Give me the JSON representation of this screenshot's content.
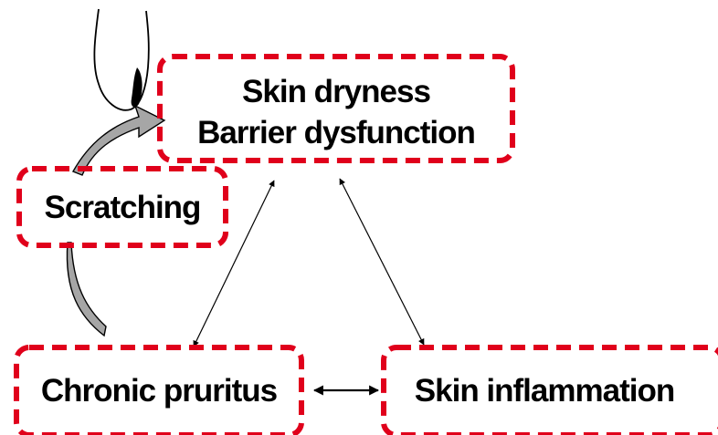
{
  "colors": {
    "box_border": "#e0001b",
    "text": "#000000",
    "arrow_fill": "#a6a6a6",
    "background": "#ffffff"
  },
  "nodes": {
    "skin_dryness": {
      "line1": "Skin dryness",
      "line2": "Barrier dysfunction"
    },
    "scratching": {
      "label": "Scratching"
    },
    "chronic_pruritus": {
      "label": "Chronic pruritus"
    },
    "skin_inflammation": {
      "label": "Skin inflammation"
    }
  },
  "icons": {
    "finger": "scratching-finger-icon"
  }
}
